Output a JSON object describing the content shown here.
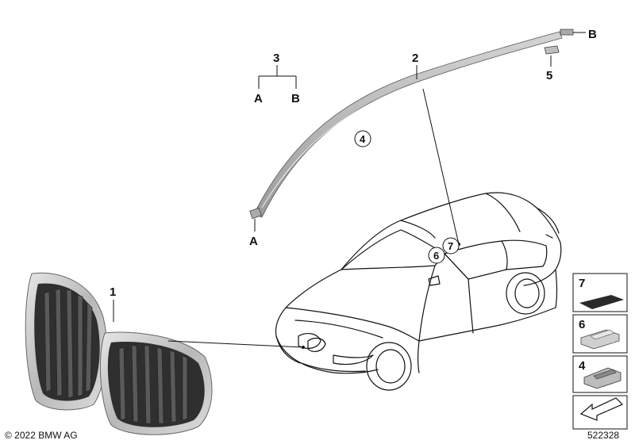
{
  "callouts": {
    "part_1": "1",
    "part_2": "2",
    "part_3": "3",
    "part_4": "4",
    "part_5": "5",
    "part_6": "6",
    "part_7": "7",
    "end_a": "A",
    "end_b": "B",
    "branch_a": "A",
    "branch_b": "B"
  },
  "legend": {
    "item_7": "7",
    "item_6": "6",
    "item_4": "4"
  },
  "footer": {
    "copyright": "© 2022 BMW AG",
    "diagram_number": "522328"
  },
  "colors": {
    "line": "#111111",
    "grille_frame": "#c9c9c9",
    "grille_slat": "#3a3a3a",
    "moulding": "#b5b5b5",
    "pad": "#2a2a2a"
  }
}
